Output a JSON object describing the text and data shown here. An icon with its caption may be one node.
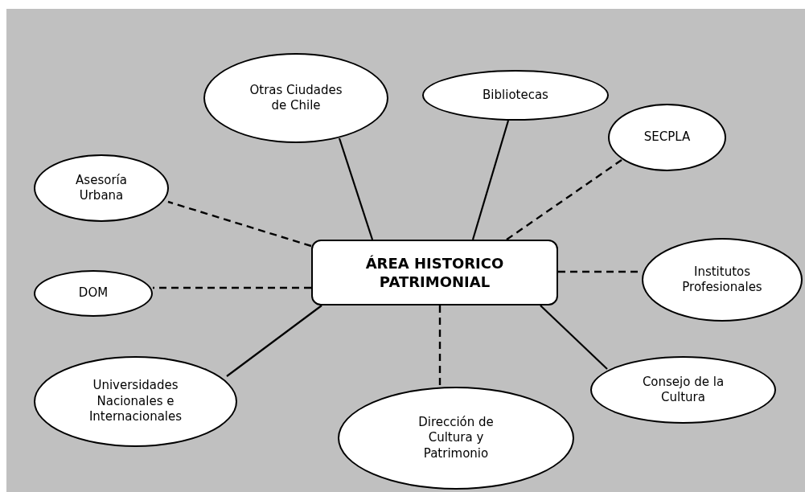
{
  "diagram": {
    "nodes": [
      {
        "text": [
          "ÁREA HISTORICO PATRIMONIAL"
        ]
      },
      {
        "text": [
          "Otras Ciudades de Chile"
        ]
      },
      {
        "text": [
          "Bibliotecas"
        ]
      },
      {
        "text": [
          "SECPLA"
        ]
      },
      {
        "text": [
          "Asesoría Urbana"
        ]
      },
      {
        "text": [
          "DOM"
        ]
      },
      {
        "text": [
          "Institutos Profesionales"
        ]
      },
      {
        "text": [
          "Universidades Nacionales e Internacionales"
        ]
      },
      {
        "text": [
          "Dirección de Cultura y Patrimonio"
        ]
      },
      {
        "text": [
          "Consejo de la Cultura"
        ]
      }
    ],
    "edges": [
      {
        "from": 0,
        "to": 1,
        "arrow": "none"
      },
      {
        "from": 0,
        "to": 2,
        "arrow": "none"
      },
      {
        "from": 0,
        "to": 3,
        "arrow": "none",
        "style": "dashed"
      },
      {
        "from": 0,
        "to": 4,
        "arrow": "none",
        "style": "dashed"
      },
      {
        "from": 0,
        "to": 5,
        "arrow": "none",
        "style": "dashed"
      },
      {
        "from": 0,
        "to": 6,
        "arrow": "none",
        "style": "dashed"
      },
      {
        "from": 0,
        "to": 7,
        "arrow": "none"
      },
      {
        "from": 0,
        "to": 8,
        "arrow": "none",
        "style": "dashed"
      },
      {
        "from": 0,
        "to": 9,
        "arrow": "none"
      }
    ]
  }
}
